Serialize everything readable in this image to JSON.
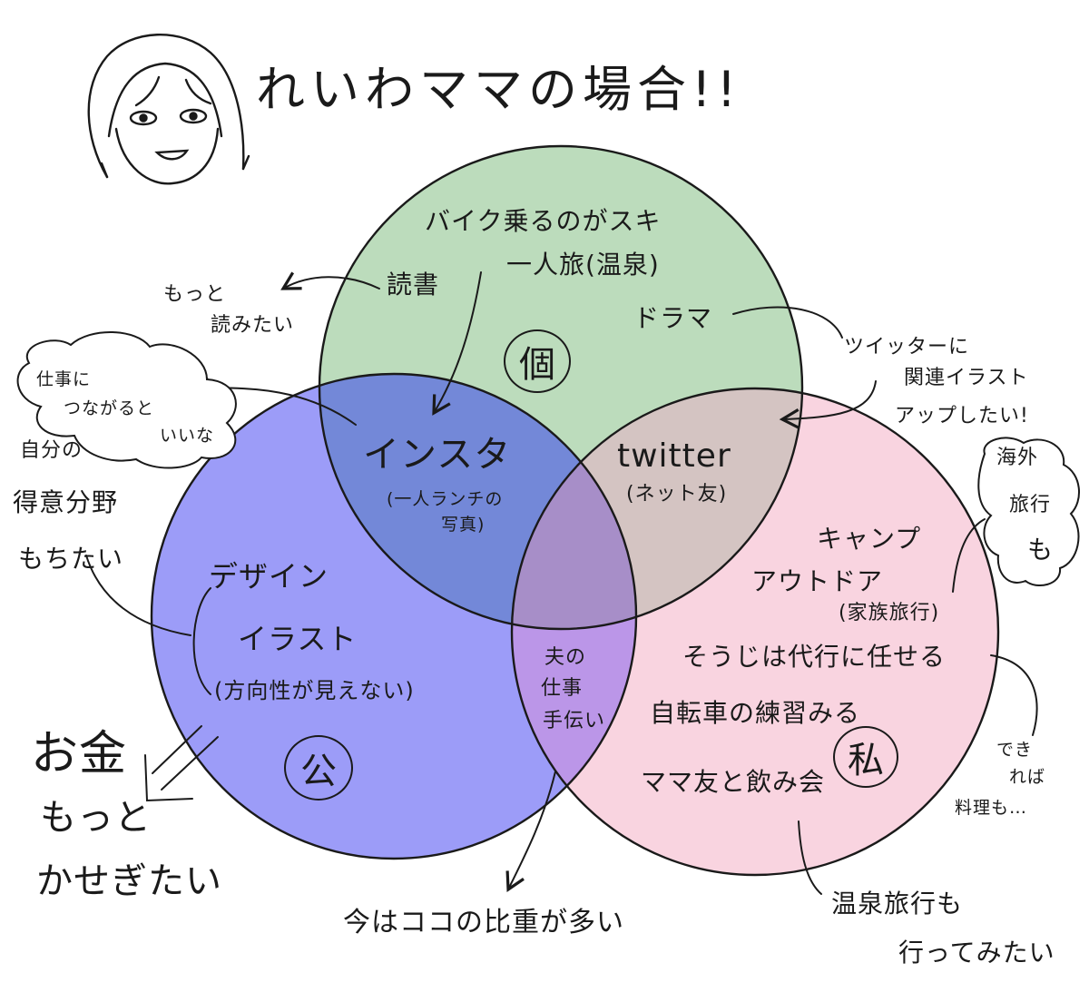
{
  "title": "れいわママの場合!!",
  "colors": {
    "green_circle": "#bcdcbc",
    "blue_circle": "#9c9cf8",
    "pink_circle": "#f9d4e0",
    "stroke": "#1a1a1a"
  },
  "icons": {
    "portrait": "woman-face-icon"
  },
  "sets": {
    "kojin": {
      "label": "個"
    },
    "ooyake": {
      "label": "公"
    },
    "watashi": {
      "label": "私"
    }
  },
  "green_only": {
    "bike": "バイク乗るのがスキ",
    "solo_trip": "一人旅(温泉)",
    "reading": "読書",
    "drama": "ドラマ"
  },
  "green_blue": {
    "insta": "インスタ",
    "insta_note_1": "(一人ランチの",
    "insta_note_2": "写真)"
  },
  "green_pink": {
    "twitter": "twitter",
    "twitter_note": "(ネット友)"
  },
  "blue_only": {
    "design": "デザイン",
    "illust": "イラスト",
    "direction": "(方向性が見えない)"
  },
  "blue_pink": {
    "line1": "夫の",
    "line2": "仕事",
    "line3": "手伝い"
  },
  "pink_only": {
    "camp": "キャンプ",
    "outdoor": "アウトドア",
    "family_trip": "(家族旅行)",
    "cleaning": "そうじは代行に任せる",
    "bike_practice": "自転車の練習みる",
    "mama_party": "ママ友と飲み会"
  },
  "notes": {
    "read_more_1": "もっと",
    "read_more_2": "読みたい",
    "cloud_work_1": "仕事に",
    "cloud_work_2": "つながると",
    "cloud_work_3": "いいな",
    "strength_1": "自分の",
    "strength_2": "得意分野",
    "strength_3": "もちたい",
    "twitter_illust_1": "ツイッターに",
    "twitter_illust_2": "関連イラスト",
    "twitter_illust_3": "アップしたい!",
    "abroad_1": "海外",
    "abroad_2": "旅行",
    "abroad_3": "も",
    "money_1": "お金",
    "money_2": "もっと",
    "money_3": "かせぎたい",
    "ratio": "今はココの比重が多い",
    "cooking_1": "でき",
    "cooking_2": "れば",
    "cooking_3": "料理も…",
    "onsen_1": "温泉旅行も",
    "onsen_2": "行ってみたい"
  }
}
